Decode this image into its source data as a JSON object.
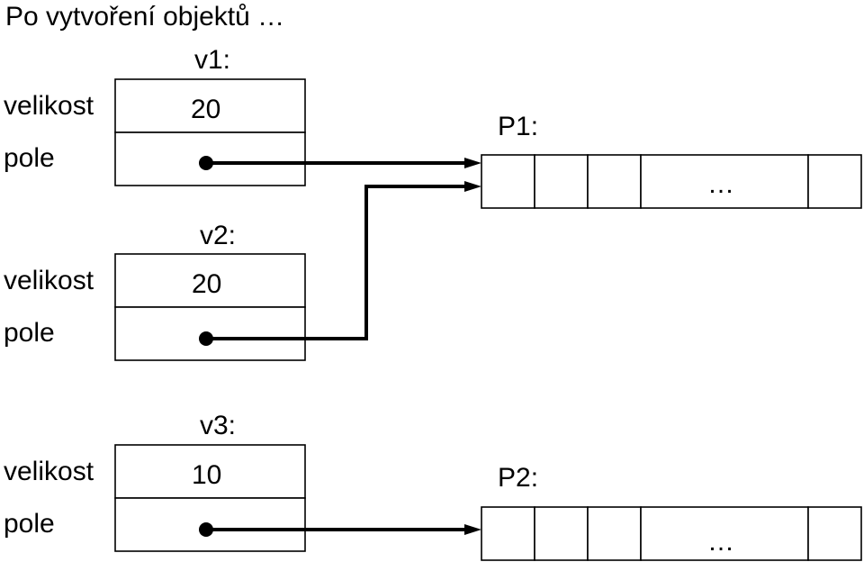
{
  "title": "Po vytvoření objektů …",
  "objects": [
    {
      "name": "v1:",
      "fields": [
        {
          "label": "velikost",
          "value": "20"
        },
        {
          "label": "pole",
          "value": ""
        }
      ]
    },
    {
      "name": "v2:",
      "fields": [
        {
          "label": "velikost",
          "value": "20"
        },
        {
          "label": "pole",
          "value": ""
        }
      ]
    },
    {
      "name": "v3:",
      "fields": [
        {
          "label": "velikost",
          "value": "10"
        },
        {
          "label": "pole",
          "value": ""
        }
      ]
    }
  ],
  "arrays": [
    {
      "name": "P1:",
      "ellipsis": "…"
    },
    {
      "name": "P2:",
      "ellipsis": "…"
    }
  ]
}
